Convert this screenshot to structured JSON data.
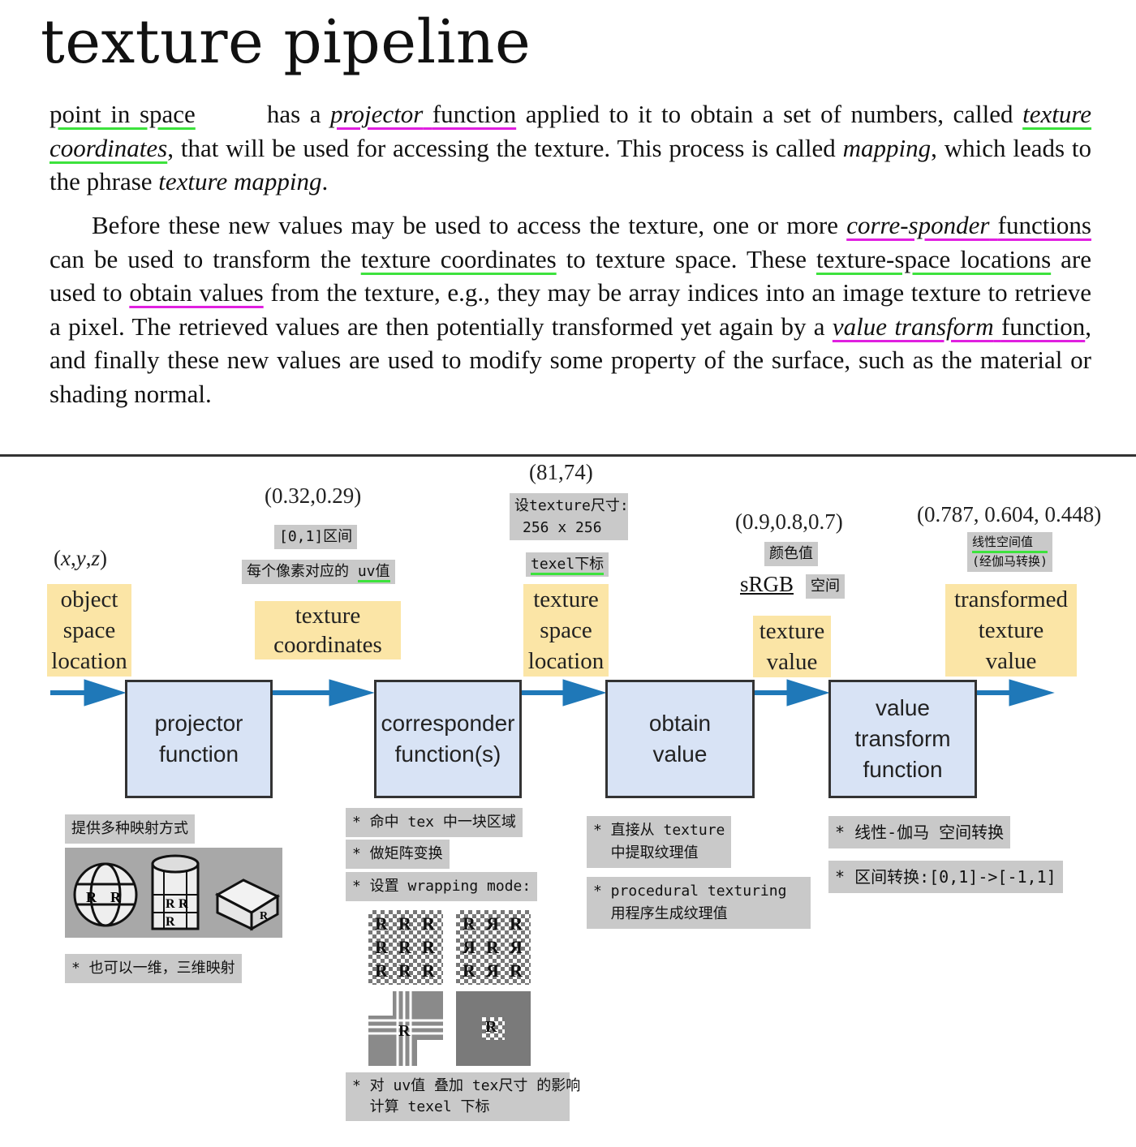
{
  "title": "texture pipeline",
  "paragraph1": {
    "t1": "point in space",
    "t2": "has a",
    "t3": "projector",
    "t4": "function",
    "t5": "applied to it to obtain a set of numbers, called",
    "t6": "texture coordinates",
    "t7": ", that will be used for accessing the texture. This process is called",
    "t8": "mapping",
    "t9": ", which leads to the phrase",
    "t10": "texture mapping",
    "t11": "."
  },
  "paragraph2": {
    "t1": "Before these new values may be used to access the texture, one or more",
    "t2": "corre-sponder",
    "t3": "functions",
    "t4": "can be used to transform the",
    "t5": "texture coordinates",
    "t6": "to texture space. These",
    "t7": "texture-space locations",
    "t8": "are used to",
    "t9": "obtain values",
    "t10": "from the texture, e.g., they may be array indices into an image texture to retrieve a pixel. The retrieved values are then potentially transformed yet again by a",
    "t11": "value transform",
    "t12": "function",
    "t13": ", and finally these new values are used to modify some property of the surface, such as the material or shading normal."
  },
  "diagram": {
    "values": {
      "xyz_x": "x",
      "xyz_y": "y",
      "xyz_z": "z",
      "uv": "(0.32,0.29)",
      "texel": "(81,74)",
      "color": "(0.9,0.8,0.7)",
      "transformed": "(0.787, 0.604, 0.448)"
    },
    "tags": {
      "range01": "[0,1]区间",
      "per_pixel_uv_a": "每个像素对应的 ",
      "per_pixel_uv_b": "uv值",
      "tex_size_1": "设texture尺寸:",
      "tex_size_2": "256 x 256",
      "texel_index_a": "texel",
      "texel_index_b": "下标",
      "color_value": "颜色值",
      "srgb": "sRGB",
      "srgb_space": "空间",
      "linear_space": "线性空间值",
      "gamma_conv": "(经伽马转换)"
    },
    "labels": {
      "object_space": [
        "object",
        "space",
        "location"
      ],
      "texture_coordinates": [
        "texture",
        "coordinates"
      ],
      "texture_space": [
        "texture",
        "space",
        "location"
      ],
      "texture_value": [
        "texture",
        "value"
      ],
      "transformed_value": [
        "transformed",
        "texture",
        "value"
      ]
    },
    "boxes": {
      "projector": [
        "projector",
        "function"
      ],
      "corresponder": [
        "corresponder",
        "function(s)"
      ],
      "obtain": [
        "obtain",
        "value"
      ],
      "value_transform": [
        "value",
        "transform",
        "function"
      ]
    },
    "notes": {
      "projector_1": "提供多种映射方式",
      "projector_2": "* 也可以一维，三维映射",
      "corr_1": "* 命中 tex 中一块区域",
      "corr_2": "* 做矩阵变换",
      "corr_3": "* 设置 wrapping mode:",
      "corr_4": "* 对 uv值 叠加 tex尺寸 的影响\n  计算 texel 下标",
      "obtain_1": "* 直接从 texture\n  中提取纹理值",
      "obtain_2": "* procedural texturing\n  用程序生成纹理值",
      "vt_1": "* 线性-伽马 空间转换",
      "vt_2": "* 区间转换:[0,1]->[-1,1]"
    },
    "glyph": "R"
  },
  "colors": {
    "arrow": "#1f78b8",
    "box_fill": "#d8e3f5",
    "label_fill": "#fbe5a6",
    "note_fill": "#c9c9c9",
    "green_underline": "#3de23d",
    "magenta_underline": "#e020e0"
  }
}
